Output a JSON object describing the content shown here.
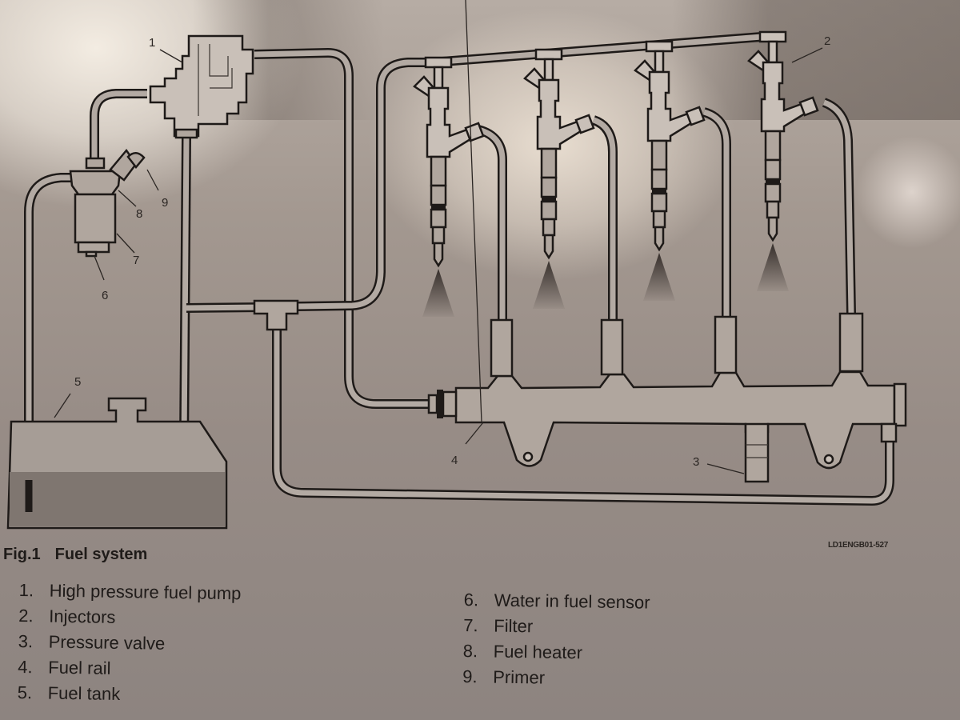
{
  "figure": {
    "number": "Fig.1",
    "title": "Fuel system",
    "reference_code": "LD1ENGB01-527"
  },
  "callouts": [
    "1",
    "2",
    "3",
    "4",
    "5",
    "6",
    "7",
    "8",
    "9"
  ],
  "legend": [
    {
      "num": "1.",
      "label": "High pressure fuel pump"
    },
    {
      "num": "2.",
      "label": "Injectors"
    },
    {
      "num": "3.",
      "label": "Pressure valve"
    },
    {
      "num": "4.",
      "label": "Fuel rail"
    },
    {
      "num": "5.",
      "label": "Fuel tank"
    },
    {
      "num": "6.",
      "label": "Water in fuel sensor"
    },
    {
      "num": "7.",
      "label": "Filter"
    },
    {
      "num": "8.",
      "label": "Fuel heater"
    },
    {
      "num": "9.",
      "label": "Primer"
    }
  ],
  "components": {
    "injector_count": 4
  }
}
